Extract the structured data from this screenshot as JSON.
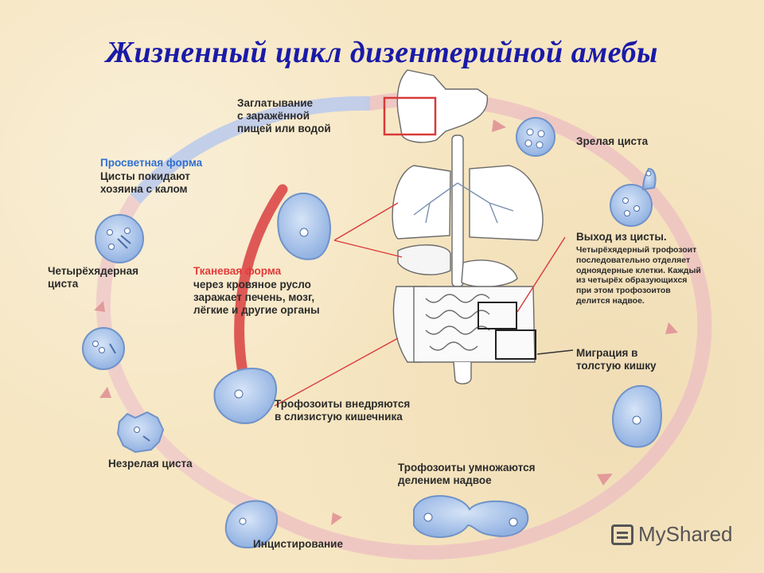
{
  "title": "Жизненный цикл дизентерийной амебы",
  "labels": {
    "ingestion": "Заглатывание\nс заражённой\nпищей или водой",
    "mature_cyst": "Зрелая циста",
    "excystation_title": "Выход из цисты.",
    "excystation_desc": "Четырёхядерный трофозоит\nпоследовательно отделяет\nодноядерные клетки. Каждый\nиз четырёх образующихся\nпри этом трофозоитов\nделится надвое.",
    "migration": "Миграция в\nтолстую кишку",
    "multiply": "Трофозоиты умножаются\nделением надвое",
    "encystation": "Инцистирование",
    "immature_cyst": "Незрелая циста",
    "invade": "Трофозоиты внедряются\nв слизистую кишечника",
    "tissue_form_title": "Тканевая форма",
    "tissue_form_desc": "через кровяное русло\nзаражает печень, мозг,\nлёгкие и другие органы",
    "four_nucleus_cyst": "Четырёхядерная\nциста",
    "luminal_form_title": "Просветная форма",
    "luminal_form_desc": "Цисты покидают\nхозяина с калом"
  },
  "logo": "MyShared",
  "colors": {
    "title": "#1a1aa8",
    "cycle_ring": "#e8b4b4",
    "cycle_ring_blue": "#b8c6e8",
    "tissue_arrow": "#d94040",
    "cell_fill": "#a9c4ec",
    "cell_stroke": "#6f93c9",
    "pointer_line": "#d83a3a",
    "highlight_box": "#d83a3a"
  },
  "icons": [
    "amoeba-cyst-icon",
    "trophozoite-icon",
    "human-digestive-system"
  ]
}
